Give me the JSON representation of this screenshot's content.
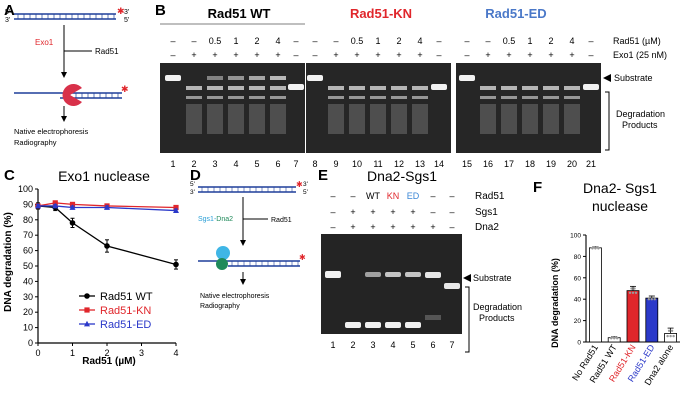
{
  "panel_letters": {
    "a": "A",
    "b": "B",
    "c": "C",
    "d": "D",
    "e": "E",
    "f": "F"
  },
  "panelA": {
    "five_prime": "5'",
    "three_prime": "3'",
    "exo1_label": "Exo1",
    "rad51_label": "Rad51",
    "readout_1": "Native electrophoresis",
    "readout_2": "Radiography"
  },
  "panelB": {
    "gels": [
      {
        "title": "Rad51 WT",
        "title_color": "#000000",
        "lanes": [
          "1",
          "2",
          "3",
          "4",
          "5",
          "6",
          "7"
        ]
      },
      {
        "title": "Rad51-KN",
        "title_color": "#e0262b",
        "lanes": [
          "8",
          "9",
          "10",
          "11",
          "12",
          "13",
          "14"
        ]
      },
      {
        "title": "Rad51-ED",
        "title_color": "#4a78c8",
        "lanes": [
          "15",
          "16",
          "17",
          "18",
          "19",
          "20",
          "21"
        ]
      }
    ],
    "rad51_row": [
      "–",
      "–",
      "0.5",
      "1",
      "2",
      "4",
      "–"
    ],
    "exo1_row": [
      "–",
      "+",
      "+",
      "+",
      "+",
      "+",
      "–"
    ],
    "rad51_label": "Rad51 (µM)",
    "exo1_label": "Exo1 (25 nM)",
    "substrate_label": "Substrate",
    "degradation_label_1": "Degradation",
    "degradation_label_2": "Products"
  },
  "panelC": {
    "title": "Exo1 nuclease",
    "ylabel": "DNA degradation (%)",
    "xlabel": "Rad51 (µM)",
    "y_ticks": [
      "0",
      "10",
      "20",
      "30",
      "40",
      "50",
      "60",
      "70",
      "80",
      "90",
      "100"
    ],
    "x_ticks": [
      "0",
      "1",
      "2",
      "3",
      "4"
    ],
    "legend": [
      {
        "name": "Rad51 WT",
        "color": "#000000",
        "marker": "circle"
      },
      {
        "name": "Rad51-KN",
        "color": "#e0262b",
        "marker": "square"
      },
      {
        "name": "Rad51-ED",
        "color": "#2b39c9",
        "marker": "triangle"
      }
    ]
  },
  "panelD": {
    "five_prime": "5'",
    "three_prime": "3'",
    "sgs1_label": "Sgs1-",
    "dna2_label": "Dna2",
    "rad51_label": "Rad51",
    "readout_1": "Native electrophoresis",
    "readout_2": "Radiography"
  },
  "panelE": {
    "title": "Dna2-Sgs1",
    "rad51_row": [
      {
        "text": "–",
        "color": "#000000"
      },
      {
        "text": "–",
        "color": "#000000"
      },
      {
        "text": "WT",
        "color": "#000000"
      },
      {
        "text": "KN",
        "color": "#e0262b"
      },
      {
        "text": "ED",
        "color": "#3a86d6"
      },
      {
        "text": "–",
        "color": "#000000"
      },
      {
        "text": "–",
        "color": "#000000"
      }
    ],
    "sgs1_row": [
      "–",
      "+",
      "+",
      "+",
      "+",
      "–",
      "–"
    ],
    "dna2_row": [
      "–",
      "+",
      "+",
      "+",
      "+",
      "+",
      "–"
    ],
    "row_labels": [
      "Rad51",
      "Sgs1",
      "Dna2"
    ],
    "lanes": [
      "1",
      "2",
      "3",
      "4",
      "5",
      "6",
      "7"
    ],
    "substrate_label": "Substrate",
    "degradation_label_1": "Degradation",
    "degradation_label_2": "Products"
  },
  "panelF": {
    "title_1": "Dna2- Sgs1",
    "title_2": "nuclease",
    "ylabel": "DNA degradation (%)",
    "y_ticks": [
      "0",
      "20",
      "40",
      "60",
      "80",
      "100"
    ]
  },
  "chart_data": [
    {
      "type": "line",
      "title": "Exo1 nuclease",
      "xlabel": "Rad51 (µM)",
      "ylabel": "DNA degradation (%)",
      "xlim": [
        0,
        4
      ],
      "ylim": [
        0,
        100
      ],
      "legend_position": "center-right",
      "series": [
        {
          "name": "Rad51 WT",
          "color": "#000000",
          "marker": "circle",
          "x": [
            0,
            0.5,
            1,
            2,
            4
          ],
          "y": [
            89,
            88,
            78,
            63,
            51
          ],
          "err": [
            2,
            2,
            3,
            4,
            3
          ]
        },
        {
          "name": "Rad51-KN",
          "color": "#e0262b",
          "marker": "square",
          "x": [
            0,
            0.5,
            1,
            2,
            4
          ],
          "y": [
            89,
            91,
            90,
            89,
            88
          ],
          "err": [
            1,
            1,
            1,
            1,
            1
          ]
        },
        {
          "name": "Rad51-ED",
          "color": "#2b39c9",
          "marker": "triangle",
          "x": [
            0,
            0.5,
            1,
            2,
            4
          ],
          "y": [
            89,
            89,
            88,
            88,
            86
          ],
          "err": [
            1,
            1,
            1,
            1,
            1
          ]
        }
      ]
    },
    {
      "type": "bar",
      "title": "Dna2- Sgs1 nuclease",
      "ylabel": "DNA degradation (%)",
      "ylim": [
        0,
        100
      ],
      "categories": [
        "No Rad51",
        "Rad51 WT",
        "Rad51-KN",
        "Rad51-ED",
        "Dna2 alone"
      ],
      "category_colors": [
        "#000000",
        "#000000",
        "#e0262b",
        "#2b39c9",
        "#000000"
      ],
      "bar_fills": [
        "#ffffff",
        "#ffffff",
        "#e0262b",
        "#2b39c9",
        "#ffffff"
      ],
      "values": [
        88,
        4,
        48,
        41,
        8
      ],
      "err": [
        1,
        1,
        4,
        2,
        5
      ]
    }
  ]
}
